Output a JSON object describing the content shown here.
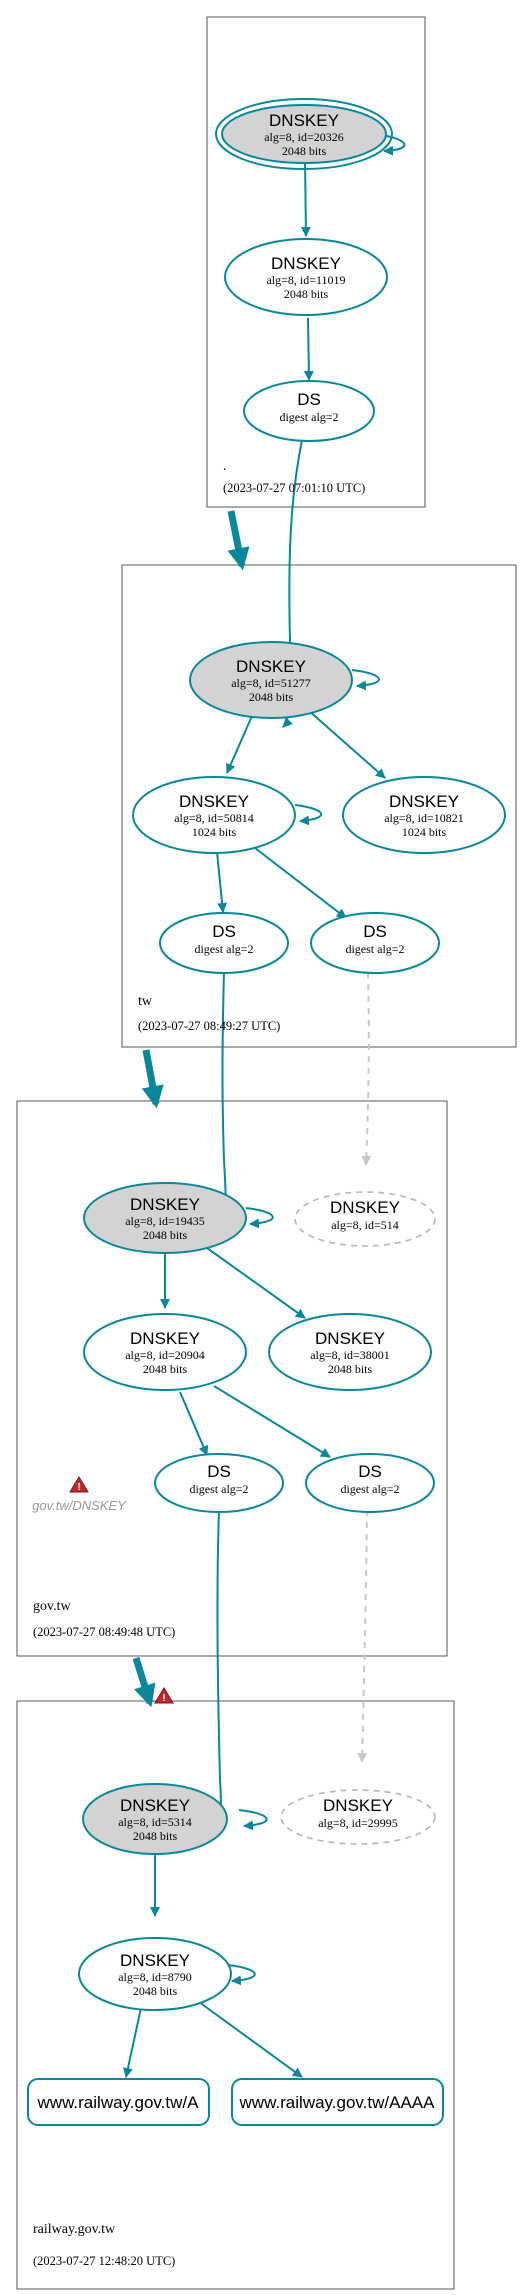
{
  "zones": {
    "root": {
      "name": ".",
      "timestamp": "(2023-07-27 07:01:10 UTC)"
    },
    "tw": {
      "name": "tw",
      "timestamp": "(2023-07-27 08:49:27 UTC)"
    },
    "gov_tw": {
      "name": "gov.tw",
      "timestamp": "(2023-07-27 08:49:48 UTC)"
    },
    "railway": {
      "name": "railway.gov.tw",
      "timestamp": "(2023-07-27 12:48:20 UTC)"
    }
  },
  "nodes": {
    "root_ksk": {
      "title": "DNSKEY",
      "line1": "alg=8, id=20326",
      "line2": "2048 bits"
    },
    "root_zsk": {
      "title": "DNSKEY",
      "line1": "alg=8, id=11019",
      "line2": "2048 bits"
    },
    "root_ds": {
      "title": "DS",
      "line1": "digest alg=2"
    },
    "tw_ksk": {
      "title": "DNSKEY",
      "line1": "alg=8, id=51277",
      "line2": "2048 bits"
    },
    "tw_zsk1": {
      "title": "DNSKEY",
      "line1": "alg=8, id=50814",
      "line2": "1024 bits"
    },
    "tw_zsk2": {
      "title": "DNSKEY",
      "line1": "alg=8, id=10821",
      "line2": "1024 bits"
    },
    "tw_ds1": {
      "title": "DS",
      "line1": "digest alg=2"
    },
    "tw_ds2": {
      "title": "DS",
      "line1": "digest alg=2"
    },
    "gov_ksk": {
      "title": "DNSKEY",
      "line1": "alg=8, id=19435",
      "line2": "2048 bits"
    },
    "gov_ghost": {
      "title": "DNSKEY",
      "line1": "alg=8, id=514"
    },
    "gov_zsk1": {
      "title": "DNSKEY",
      "line1": "alg=8, id=20904",
      "line2": "2048 bits"
    },
    "gov_zsk2": {
      "title": "DNSKEY",
      "line1": "alg=8, id=38001",
      "line2": "2048 bits"
    },
    "gov_ds1": {
      "title": "DS",
      "line1": "digest alg=2"
    },
    "gov_ds2": {
      "title": "DS",
      "line1": "digest alg=2"
    },
    "rail_ksk": {
      "title": "DNSKEY",
      "line1": "alg=8, id=5314",
      "line2": "2048 bits"
    },
    "rail_ghost": {
      "title": "DNSKEY",
      "line1": "alg=8, id=29995"
    },
    "rail_zsk": {
      "title": "DNSKEY",
      "line1": "alg=8, id=8790",
      "line2": "2048 bits"
    },
    "rr_a": {
      "label": "www.railway.gov.tw/A"
    },
    "rr_aaaa": {
      "label": "www.railway.gov.tw/AAAA"
    }
  },
  "warnings": {
    "gov_dnskey": "gov.tw/DNSKEY"
  },
  "colors": {
    "edge": "#0a879a",
    "ksk_fill": "#d3d3d3",
    "ghost": "#b5b5b5",
    "warning": "#c0282d"
  },
  "icons": {
    "warning": "warning-triangle-icon"
  }
}
